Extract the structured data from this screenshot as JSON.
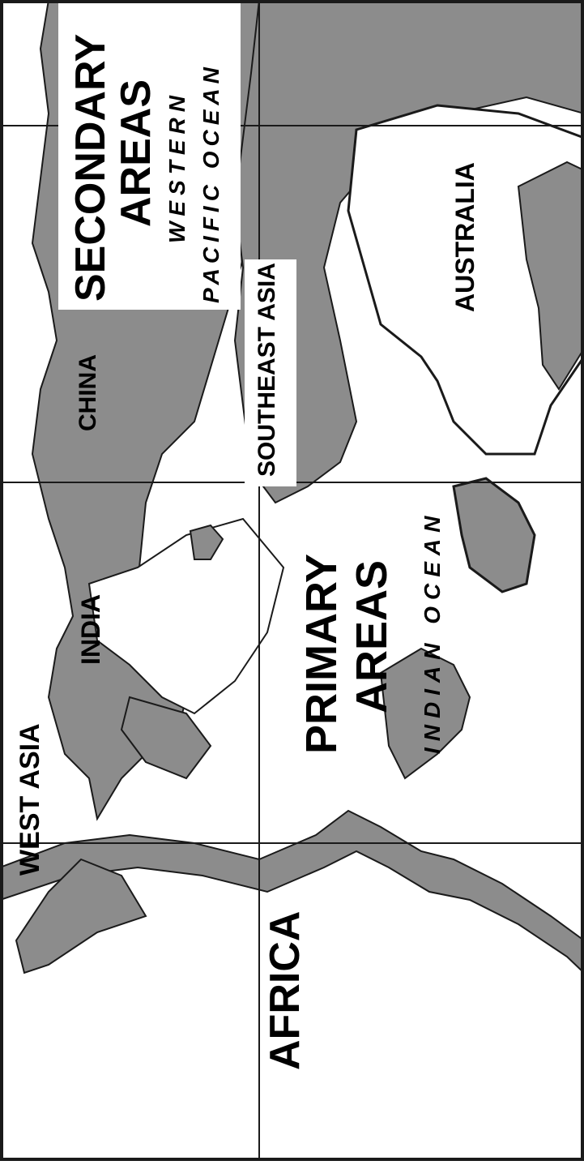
{
  "map": {
    "land_color": "#ffffff",
    "shelf_color": "#8c8c8c",
    "ink_color": "#1a1a1a",
    "labels": {
      "west_asia": "WEST ASIA",
      "india": "INDIA",
      "china": "CHINA",
      "southeast_asia": "SOUTHEAST ASIA",
      "australia": "AUSTRALIA",
      "africa": "AFRICA",
      "primary_areas_line1": "PRIMARY",
      "primary_areas_line2": "AREAS",
      "secondary_areas_line1": "SECONDARY",
      "secondary_areas_line2": "AREAS",
      "western": "WESTERN",
      "pacific_ocean": "PACIFIC OCEAN",
      "indian_ocean": "INDIAN OCEAN"
    }
  }
}
